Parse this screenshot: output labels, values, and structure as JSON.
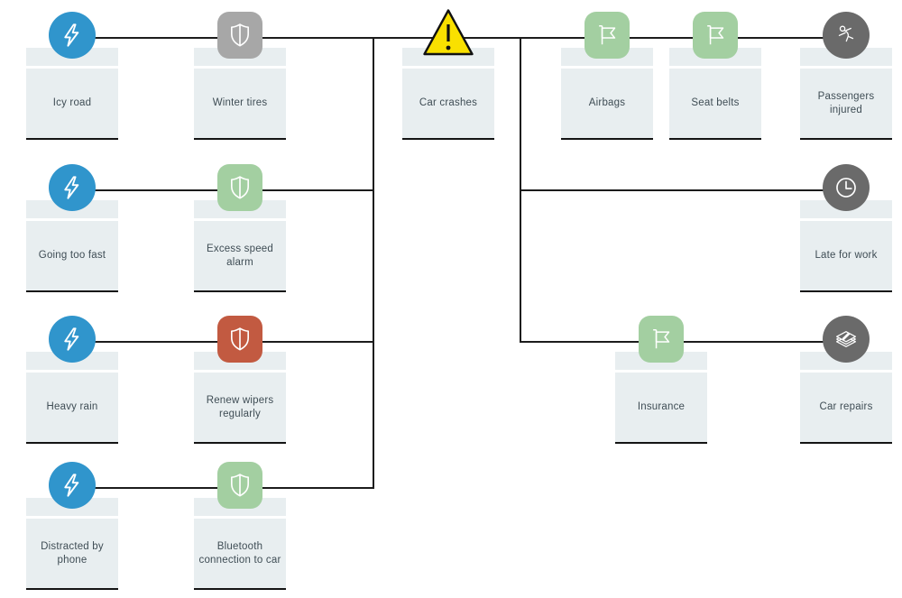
{
  "diagram_type": "bowtie-risk-diagram",
  "colors": {
    "cause_icon": "#3095cc",
    "barrier_gray": "#a7a7a7",
    "barrier_green": "#a3cfa1",
    "barrier_red": "#c25a41",
    "consequence_icon": "#6a6a6a",
    "hazard_triangle": "#f9e000",
    "card_fill": "#e8eef0",
    "connector": "#1c1c1c",
    "label_text": "#3f4d55"
  },
  "nodes": [
    {
      "id": "icy-road",
      "label": "Icy road",
      "icon": "lightning-icon",
      "role": "cause"
    },
    {
      "id": "winter-tires",
      "label": "Winter tires",
      "icon": "shield-icon",
      "role": "barrier"
    },
    {
      "id": "car-crashes",
      "label": "Car crashes",
      "icon": "warning-triangle-icon",
      "role": "hazard"
    },
    {
      "id": "airbags",
      "label": "Airbags",
      "icon": "flag-icon",
      "role": "mitigation"
    },
    {
      "id": "seat-belts",
      "label": "Seat belts",
      "icon": "flag-icon",
      "role": "mitigation"
    },
    {
      "id": "passengers-injured",
      "label": "Passengers injured",
      "icon": "person-injured-icon",
      "role": "consequence"
    },
    {
      "id": "going-too-fast",
      "label": "Going too fast",
      "icon": "lightning-icon",
      "role": "cause"
    },
    {
      "id": "excess-speed-alarm",
      "label": "Excess speed alarm",
      "icon": "shield-icon",
      "role": "barrier"
    },
    {
      "id": "late-for-work",
      "label": "Late for work",
      "icon": "clock-icon",
      "role": "consequence"
    },
    {
      "id": "heavy-rain",
      "label": "Heavy rain",
      "icon": "lightning-icon",
      "role": "cause"
    },
    {
      "id": "renew-wipers-regularly",
      "label": "Renew wipers regularly",
      "icon": "shield-icon",
      "role": "barrier"
    },
    {
      "id": "insurance",
      "label": "Insurance",
      "icon": "flag-icon",
      "role": "mitigation"
    },
    {
      "id": "car-repairs",
      "label": "Car repairs",
      "icon": "cash-icon",
      "role": "consequence"
    },
    {
      "id": "distracted-by-phone",
      "label": "Distracted by phone",
      "icon": "lightning-icon",
      "role": "cause"
    },
    {
      "id": "bluetooth-connection-to-car",
      "label": "Bluetooth connection to car",
      "icon": "shield-icon",
      "role": "barrier"
    }
  ]
}
